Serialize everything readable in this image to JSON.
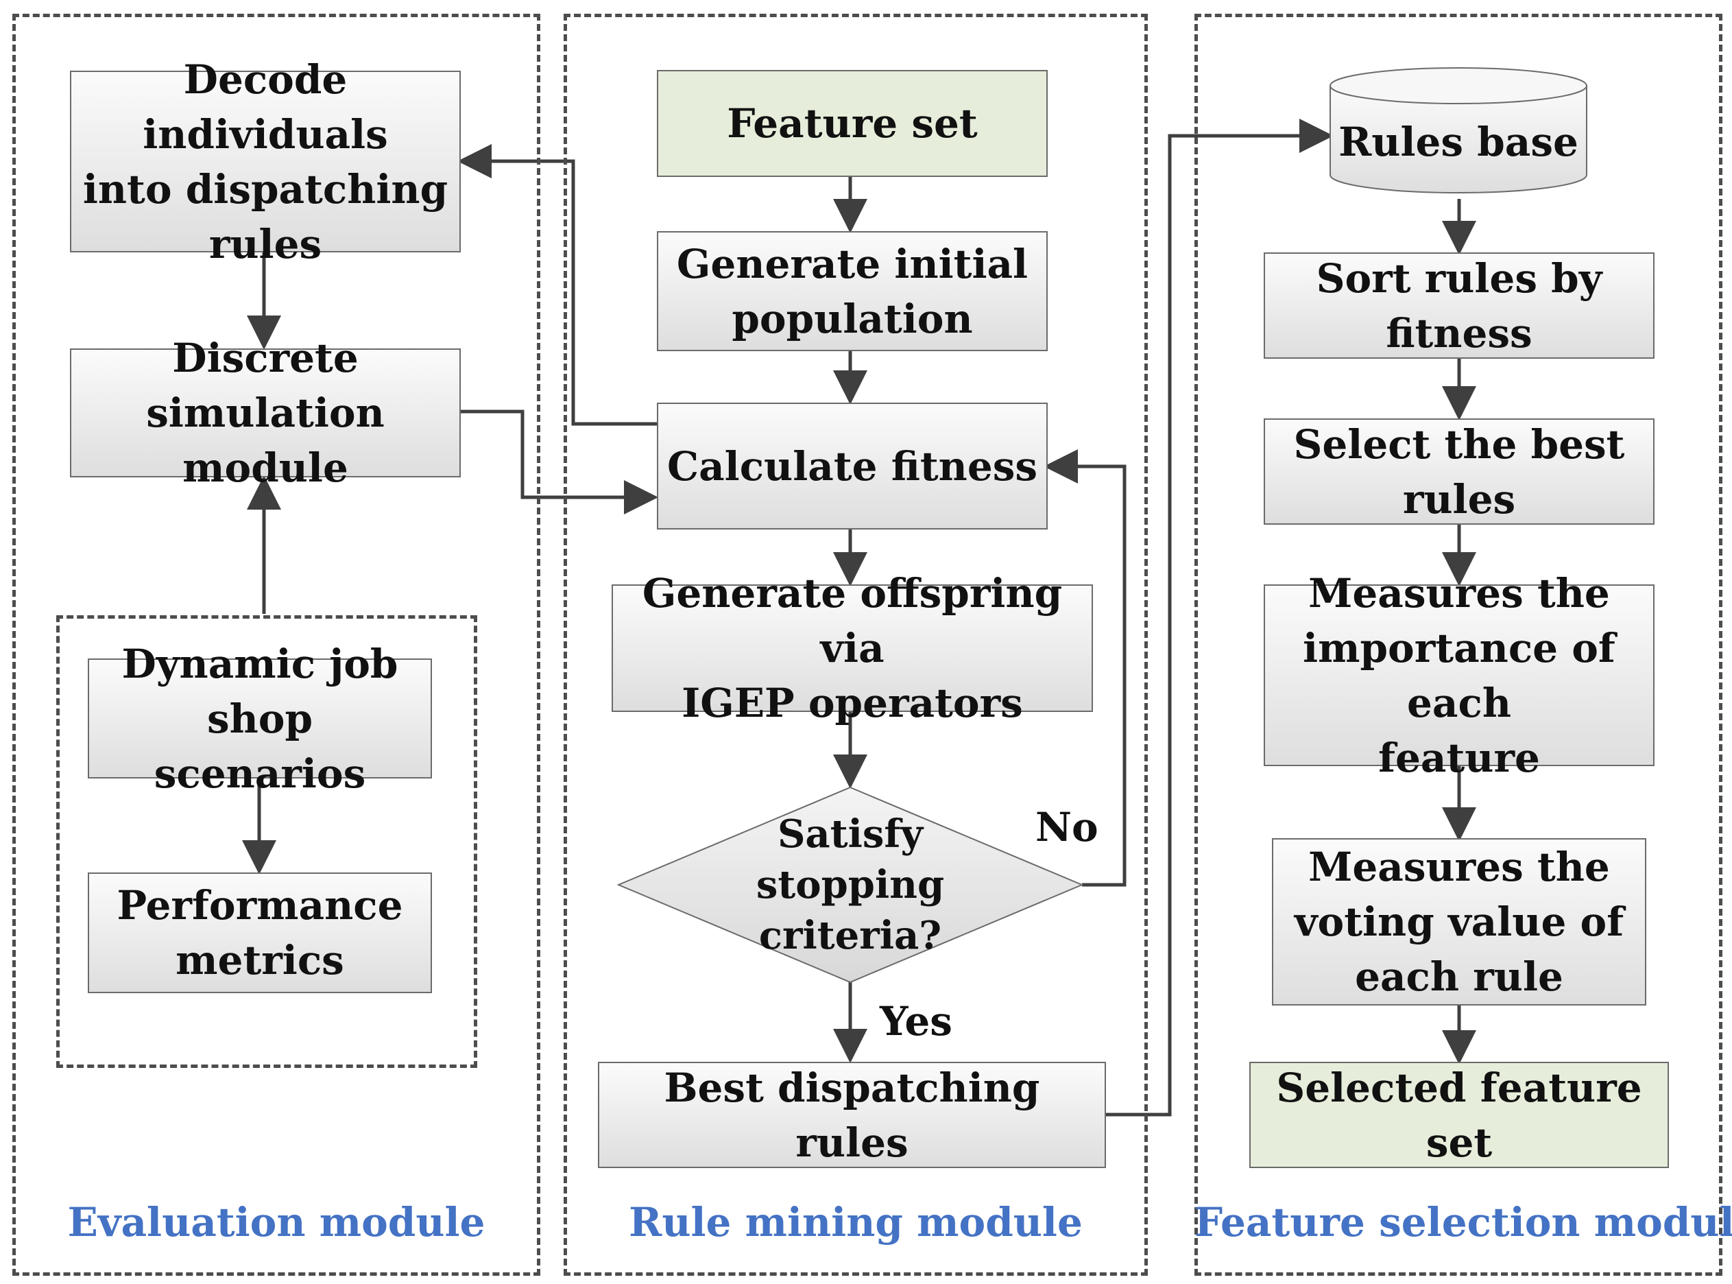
{
  "modules": {
    "evaluation": "Evaluation module",
    "rule_mining": "Rule mining module",
    "feature_selection": "Feature selection module"
  },
  "evaluation": {
    "decode": [
      "Decode individuals",
      "into dispatching",
      "rules"
    ],
    "discrete_sim": [
      "Discrete simulation",
      "module"
    ],
    "dynamic_job": [
      "Dynamic job",
      "shop scenarios"
    ],
    "performance": [
      "Performance",
      "metrics"
    ]
  },
  "rule_mining": {
    "feature_set": "Feature set",
    "generate_initial": [
      "Generate initial",
      "population"
    ],
    "calculate_fitness": "Calculate fitness",
    "generate_offspring": [
      "Generate offspring via",
      "IGEP operators"
    ],
    "decision": [
      "Satisfy stopping",
      "criteria?"
    ],
    "no_label": "No",
    "yes_label": "Yes",
    "best_rules": "Best dispatching rules"
  },
  "feature_selection": {
    "rules_base": "Rules base",
    "sort_rules": [
      "Sort rules by",
      "fitness"
    ],
    "select_best": [
      "Select the best",
      "rules"
    ],
    "measures_importance": [
      "Measures the",
      "importance of each",
      "feature"
    ],
    "measures_voting": [
      "Measures the",
      "voting value of",
      "each rule"
    ],
    "selected_set": "Selected feature set"
  },
  "colors": {
    "module_title": "#4472c4",
    "box_fill_green": "#e6eedb",
    "line": "#3f3f3f"
  }
}
